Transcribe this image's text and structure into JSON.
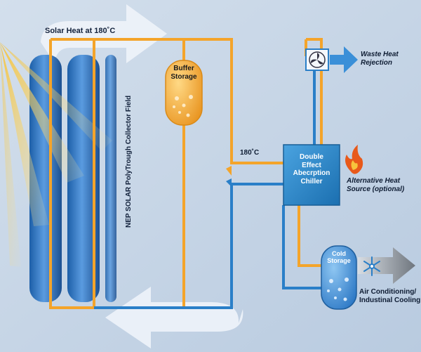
{
  "labels": {
    "solar_heat": "Solar Heat at 180˚C",
    "buffer_line1": "Buffer",
    "buffer_line2": "Storage",
    "collector_field": "NEP SOLAR PolyTrough Collector Field",
    "temp_180": "180˚C",
    "chiller_line1": "Double",
    "chiller_line2": "Effect",
    "chiller_line3": "Abecrption",
    "chiller_line4": "Chiller",
    "waste_line1": "Waste Heat",
    "waste_line2": "Rejection",
    "alt_line1": "Alternative Heat",
    "alt_line2": "Source (optional)",
    "cold_line1": "Cold",
    "cold_line2": "Storage",
    "air_line1": "Air Conditioning/",
    "air_line2": "Industinal Cooling"
  },
  "icons": [
    "sun-rays-icon",
    "fan-icon",
    "flame-icon",
    "snowflake-icon"
  ],
  "colors": {
    "background": "#c4d4e6",
    "hot_pipe": "#f4a42a",
    "cold_pipe": "#2a7fc8",
    "chiller_box": "#2a86c6",
    "buffer_tank": "#f3b24a",
    "cold_tank": "#3b8fd6"
  }
}
